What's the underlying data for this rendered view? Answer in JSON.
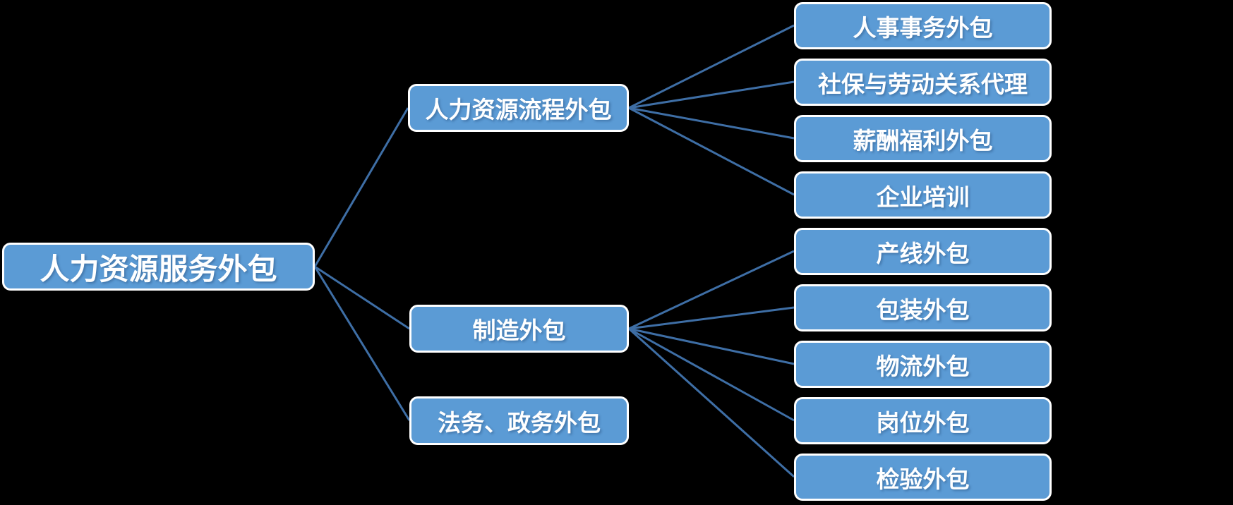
{
  "diagram": {
    "type": "mindmap-tree",
    "background_color": "#000000",
    "node_fill_color": "#5B9BD5",
    "node_border_color": "#FFFFFF",
    "node_text_color": "#FFFFFF",
    "connector_color": "#3E6EA5",
    "root": {
      "label": "人力资源服务外包"
    },
    "branches": [
      {
        "label": "人力资源流程外包",
        "children": [
          "人事事务外包",
          "社保与劳动关系代理",
          "薪酬福利外包",
          "企业培训"
        ]
      },
      {
        "label": "制造外包",
        "children": [
          "产线外包",
          "包装外包",
          "物流外包",
          "岗位外包",
          "检验外包"
        ]
      },
      {
        "label": "法务、政务外包",
        "children": []
      }
    ]
  }
}
